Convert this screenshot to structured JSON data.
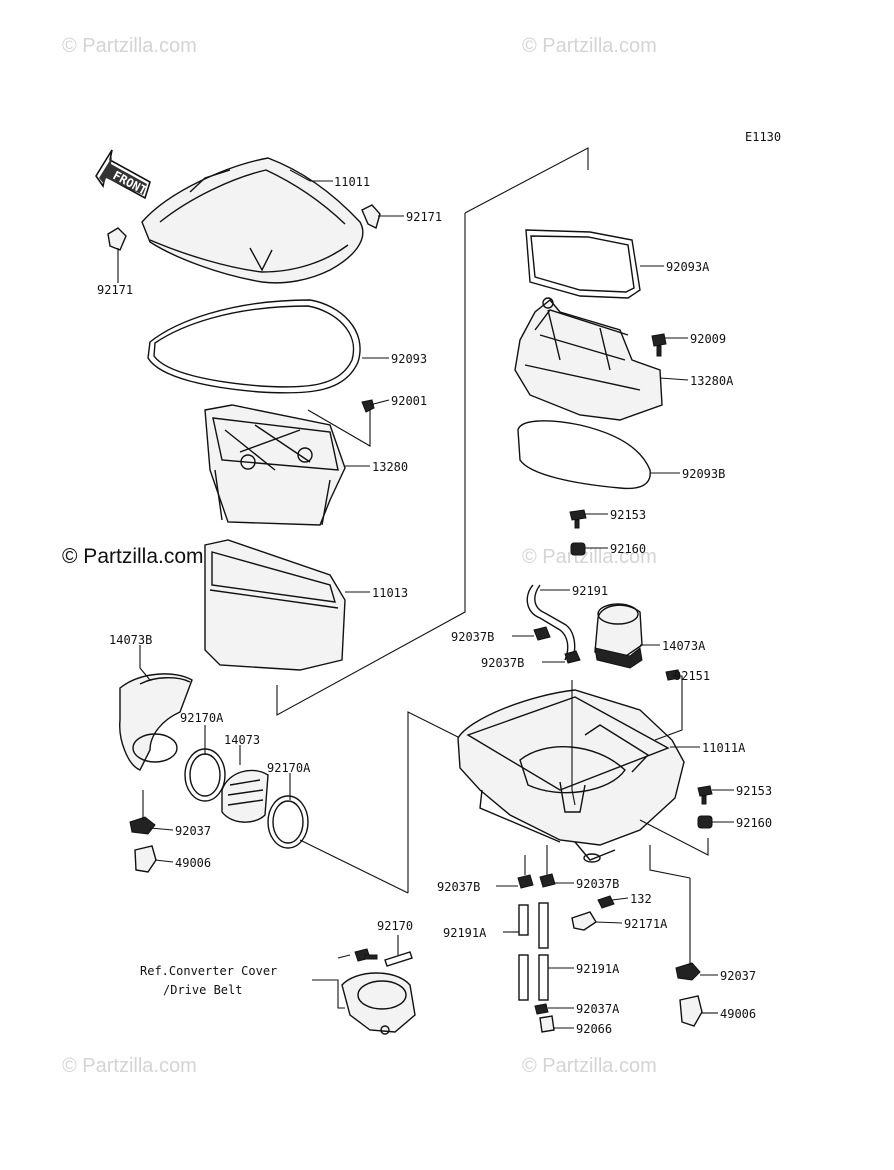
{
  "diagram": {
    "code": "E1130",
    "front_label": "FRONT",
    "reference_note_line1": "Ref.Converter Cover",
    "reference_note_line2": "/Drive Belt"
  },
  "watermarks": [
    "© Partzilla.com",
    "© Partzilla.com",
    "© Partzilla.com",
    "© Partzilla.com",
    "© Partzilla.com",
    "© Partzilla.com"
  ],
  "callouts": [
    "11011",
    "92171",
    "92171",
    "92093",
    "92001",
    "13280",
    "11013",
    "14073B",
    "92170A",
    "14073",
    "92170A",
    "92037",
    "49006",
    "92093A",
    "92009",
    "13280A",
    "92093B",
    "92153",
    "92160",
    "92191",
    "92037B",
    "14073A",
    "92037B",
    "92151",
    "11011A",
    "92153",
    "92160",
    "92037B",
    "92037B",
    "132",
    "92171A",
    "92191A",
    "92191A",
    "92037A",
    "92066",
    "92037",
    "49006",
    "92170"
  ]
}
